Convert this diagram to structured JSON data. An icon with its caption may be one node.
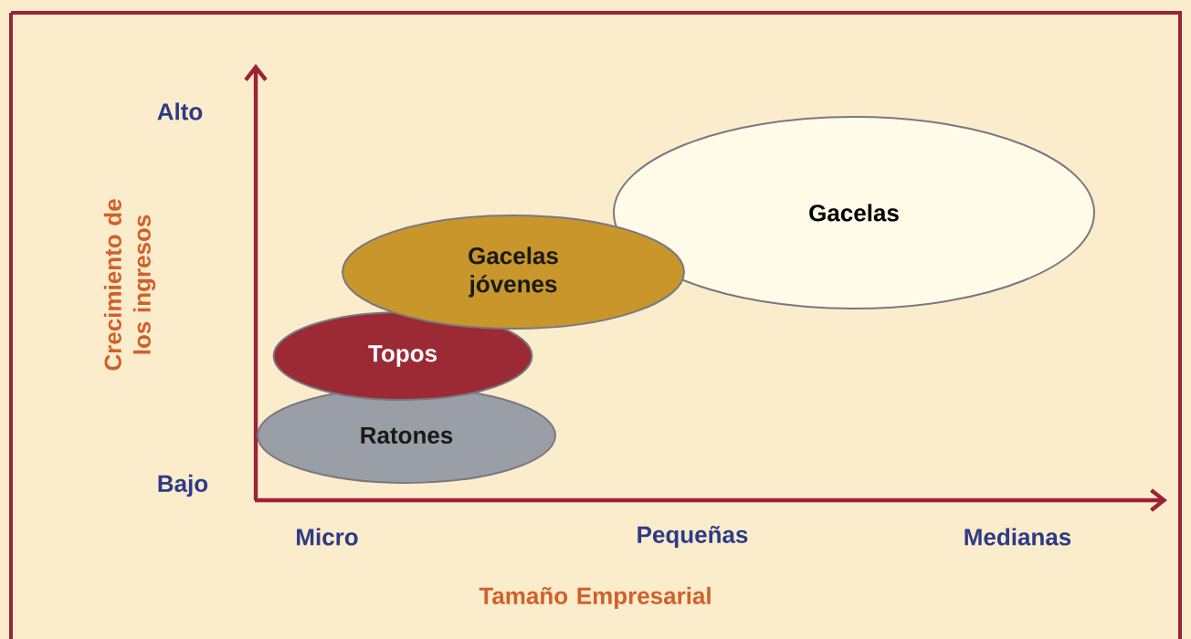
{
  "diagram": {
    "nodes": [
      {
        "text": [
          "Gacelas"
        ]
      },
      {
        "text": [
          "Gacelas jóvenes"
        ]
      },
      {
        "text": [
          "Topos"
        ]
      },
      {
        "text": [
          "Ratones"
        ]
      }
    ],
    "labels": [
      "Alto",
      "Crecimiento de los ingresos",
      "Bajo",
      "Micro",
      "Pequeñas",
      "Medianas",
      "Tamaño Empresarial"
    ]
  }
}
